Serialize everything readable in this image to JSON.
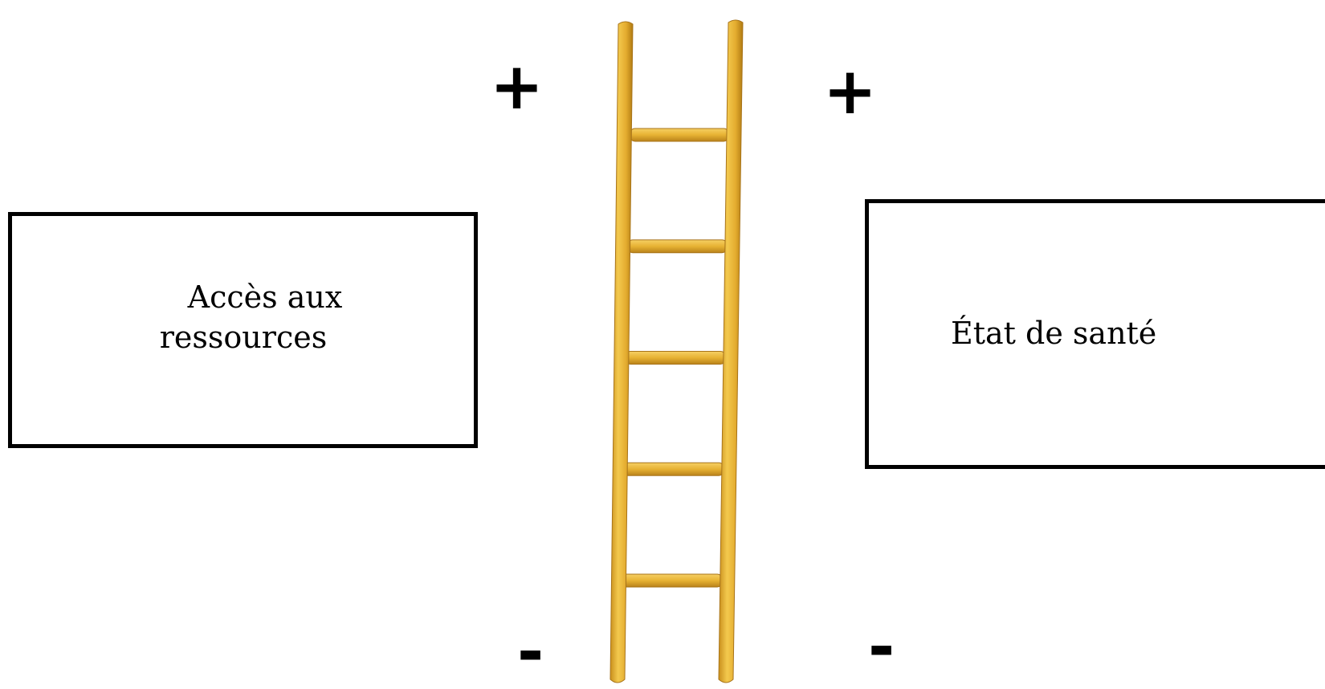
{
  "left_box": {
    "line1": "Accès aux",
    "line2": "ressources"
  },
  "right_box": {
    "label": "État de santé"
  },
  "signs": {
    "top_left": "+",
    "top_right": "+",
    "bottom_left": "-",
    "bottom_right": "-"
  },
  "ladder": {
    "icon": "ladder-icon",
    "color": "#e8b53a",
    "rungs": 5
  }
}
